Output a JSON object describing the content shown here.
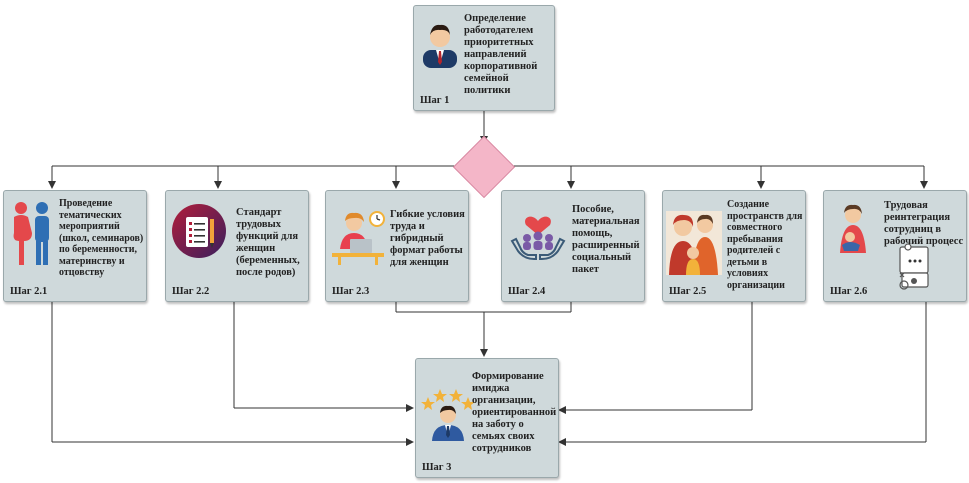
{
  "steps": {
    "step1": {
      "text": "Определение работодателем приоритетных направлений корпоративной семейной политики",
      "label": "Шаг 1"
    },
    "step2_1": {
      "text": "Проведение тематических мероприятий (школ, семинаров) по беременности, материнству и отцовству",
      "label": "Шаг 2.1"
    },
    "step2_2": {
      "text": "Стандарт трудовых функций для женщин (беременных, после родов)",
      "label": "Шаг 2.2"
    },
    "step2_3": {
      "text": "Гибкие условия труда и гибридный формат работы для женщин",
      "label": "Шаг 2.3"
    },
    "step2_4": {
      "text": "Пособие, материальная помощь, расширенный социальный пакет",
      "label": "Шаг 2.4"
    },
    "step2_5": {
      "text": "Создание пространств для совместного пребывания родителей с детьми в условиях организации",
      "label": "Шаг 2.5"
    },
    "step2_6": {
      "text": "Трудовая реинтеграция сотрудниц в рабочий процесс",
      "label": "Шаг 2.6"
    },
    "step3": {
      "text": "Формирование имиджа организации, ориентированной на заботу о семьях своих сотрудников",
      "label": "Шаг 3"
    }
  },
  "icons": {
    "step1": "businessman-icon",
    "step2_1": "expecting-couple-icon",
    "step2_2": "checklist-icon",
    "step2_3": "remote-worker-icon",
    "step2_4": "helping-hands-icon",
    "step2_5": "family-icon",
    "step2_6": "mother-and-puzzle-icon",
    "step3": "rated-employee-icon"
  },
  "colors": {
    "box_fill": "#cfd9db",
    "connector": "#333333",
    "decision_diamond": "#f4b6c8"
  }
}
